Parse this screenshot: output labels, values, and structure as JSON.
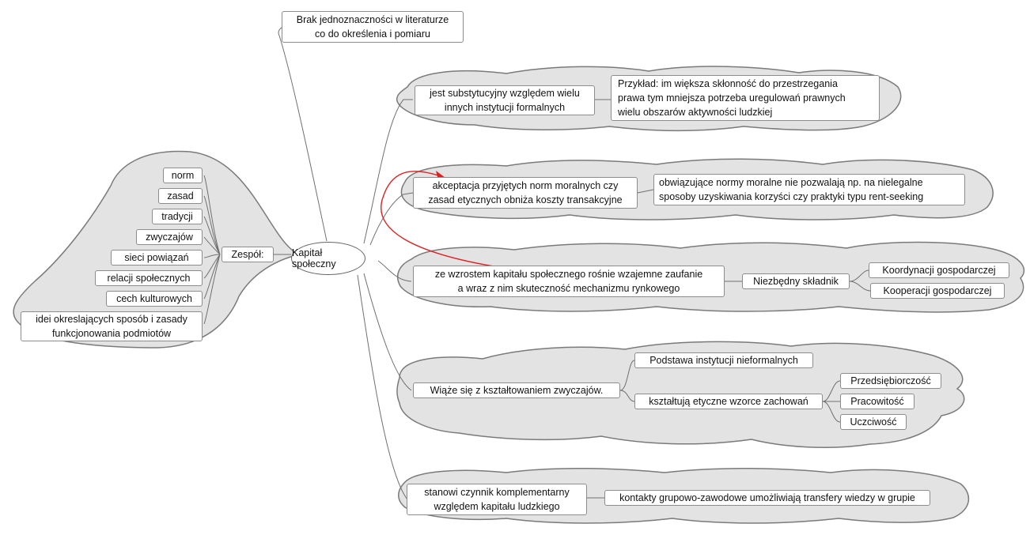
{
  "central": "Kapitał społeczny",
  "top_note": [
    "Brak jednoznaczności w literaturze",
    "co do określenia i pomiaru"
  ],
  "zespol": {
    "label": "Zespół:",
    "items": [
      "norm",
      "zasad",
      "tradycji",
      "zwyczajów",
      "sieci powiązań",
      "relacji społecznych",
      "cech kulturowych"
    ],
    "last_item": [
      "idei okreslających sposób i zasady",
      "funkcjonowania podmiotów"
    ]
  },
  "branches": {
    "substytut": {
      "main": [
        "jest substytucyjny względem wielu",
        "innych instytucji formalnych"
      ],
      "example": [
        "Przykład: im większa skłonność do przestrzegania",
        "prawa tym mniejsza  potrzeba uregulowań prawnych",
        "wielu obszarów aktywności ludzkiej"
      ]
    },
    "akceptacja": {
      "main": [
        "akceptacja przyjętych norm moralnych czy",
        "zasad etycznych obniża koszty transakcyjne"
      ],
      "detail": [
        "obwiązujące normy moralne nie pozwalają np. na nielegalne",
        "sposoby uzyskiwania korzyści czy praktyki typu rent-seeking"
      ]
    },
    "zaufanie": {
      "main": [
        "ze wzrostem kapitału społecznego rośnie wzajemne zaufanie",
        "a wraz z nim skuteczność mechanizmu rynkowego"
      ],
      "skladnik": "Niezbędny składnik",
      "sub": [
        "Koordynacji gospodarczej",
        "Kooperacji gospodarczej"
      ]
    },
    "zwyczaje": {
      "main": "Wiąże się z kształtowaniem zwyczajów.",
      "podstawa": "Podstawa instytucji nieformalnych",
      "wzorce": "kształtują etyczne wzorce zachowań",
      "values": [
        "Przedsiębiorczość",
        "Pracowitość",
        "Uczciwość"
      ]
    },
    "komplementarny": {
      "main": [
        "stanowi czynnik komplementarny",
        "względem kapitału ludzkiego"
      ],
      "detail": "kontakty grupowo-zawodowe umożliwiają transfery wiedzy w grupie"
    }
  },
  "colors": {
    "cloud_fill": "#e3e3e3",
    "cloud_stroke": "#7a7a7a",
    "line": "#707070",
    "relation_arrow": "#e02020"
  }
}
